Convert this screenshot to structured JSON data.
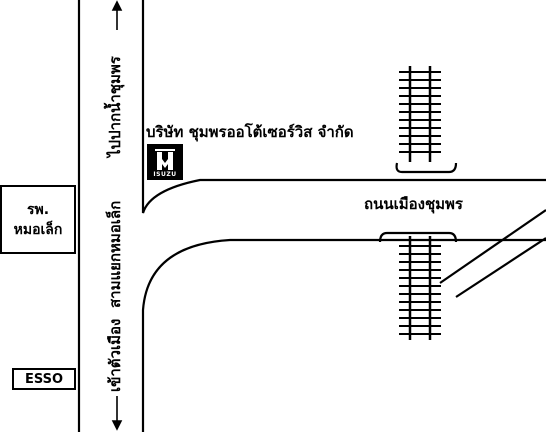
{
  "map": {
    "main_road_label": "ถนนเมืองชุมพร",
    "company_label": "บริษัท ชุมพรออโต้เซอร์วิส จำกัด",
    "side_road_up_label": "ไปปากน้ำชุมพร",
    "side_road_down_label": "เข้าตัวเมือง",
    "junction_label": "สามแยกหมอเล็ก",
    "hospital_label_line1": "รพ.",
    "hospital_label_line2": "หมอเล็ก",
    "gas_station_label": "ESSO",
    "logo_text": "ISUZU"
  }
}
